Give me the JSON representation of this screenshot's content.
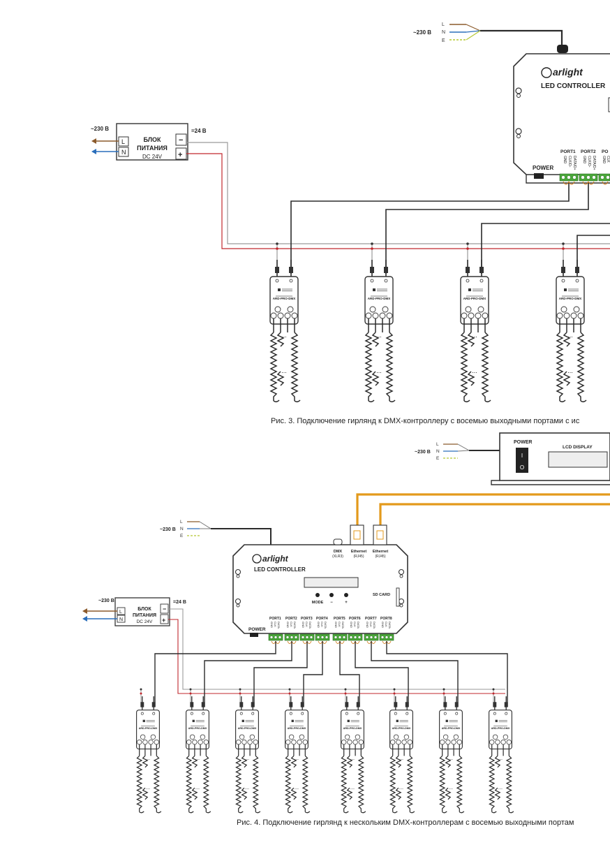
{
  "fig3": {
    "mains_label": "~230 В",
    "wires": [
      "L",
      "N",
      "E"
    ],
    "controller": {
      "brand": "arlight",
      "title": "LED CONTROLLER",
      "power_label": "POWER",
      "ports": [
        {
          "name": "PORT1",
          "pins": [
            "GND",
            "CLK/D-",
            "DATA/D+"
          ]
        },
        {
          "name": "PORT2",
          "pins": [
            "GND",
            "CLK/D-",
            "DATA/D+"
          ]
        },
        {
          "name": "PO",
          "pins": [
            "GND",
            "CLK"
          ]
        }
      ]
    },
    "psu": {
      "mains_label": "~230 В",
      "wires": [
        "L",
        "N"
      ],
      "title_line1": "БЛОК",
      "title_line2": "ПИТАНИЯ",
      "spec": "DC 24V",
      "out_label": "=24 В",
      "terminals": [
        "−",
        "+"
      ]
    },
    "driver_label": "ARD-PRO-DMX",
    "ellipsis": "...",
    "caption": "Рис. 3. Подключение гирлянд к DMX-контроллеру с восемью выходными портами с ис"
  },
  "fig4": {
    "top_unit": {
      "mains_label": "~230 В",
      "wires": [
        "L",
        "N",
        "E"
      ],
      "power_label": "POWER",
      "switch_marks": [
        "I",
        "O"
      ],
      "display_label": "LCD DISPLAY"
    },
    "controller": {
      "mains_label": "~230 В",
      "wires": [
        "L",
        "N",
        "E"
      ],
      "brand": "arlight",
      "title": "LED CONTROLLER",
      "dmx_label": [
        "DMX",
        "(XLR3)"
      ],
      "ethernet_label": [
        "Ethernet",
        "(RJ45)"
      ],
      "sd_label": "SD CARD",
      "buttons": [
        "MODE",
        "−",
        "+"
      ],
      "power_label": "POWER",
      "ports": [
        {
          "name": "PORT1",
          "pins": [
            "GND",
            "CLK",
            "DATA"
          ]
        },
        {
          "name": "PORT2",
          "pins": [
            "GND",
            "CLK",
            "DATA"
          ]
        },
        {
          "name": "PORT3",
          "pins": [
            "GND",
            "CLK",
            "DATA"
          ]
        },
        {
          "name": "PORT4",
          "pins": [
            "GND",
            "CLK",
            "DATA"
          ]
        },
        {
          "name": "PORT5",
          "pins": [
            "GND",
            "CLK",
            "DATA"
          ]
        },
        {
          "name": "PORT6",
          "pins": [
            "GND",
            "CLK",
            "DATA"
          ]
        },
        {
          "name": "PORT7",
          "pins": [
            "GND",
            "CLK",
            "DATA"
          ]
        },
        {
          "name": "PORT8",
          "pins": [
            "GND",
            "CLK",
            "DATA"
          ]
        }
      ]
    },
    "psu": {
      "mains_label": "~230 В",
      "wires": [
        "L",
        "N"
      ],
      "title_line1": "БЛОК",
      "title_line2": "ПИТАНИЯ",
      "spec": "DC 24V",
      "out_label": "=24 В",
      "terminals": [
        "−",
        "+"
      ]
    },
    "driver_label": "ARD-PRO-DMX",
    "ellipsis": "...",
    "caption": "Рис. 4. Подключение гирлянд к нескольким DMX-контроллерам с восемью выходными портам"
  },
  "colors": {
    "wire": "#2b2b2b",
    "red": "#c0272d",
    "grey": "#9a9a9a",
    "brown": "#8b5a2b",
    "blue": "#2a6ebb",
    "yellow_green": "#b5c832",
    "green_terminal": "#4aa83a",
    "orange_cable": "#e39a1c"
  }
}
